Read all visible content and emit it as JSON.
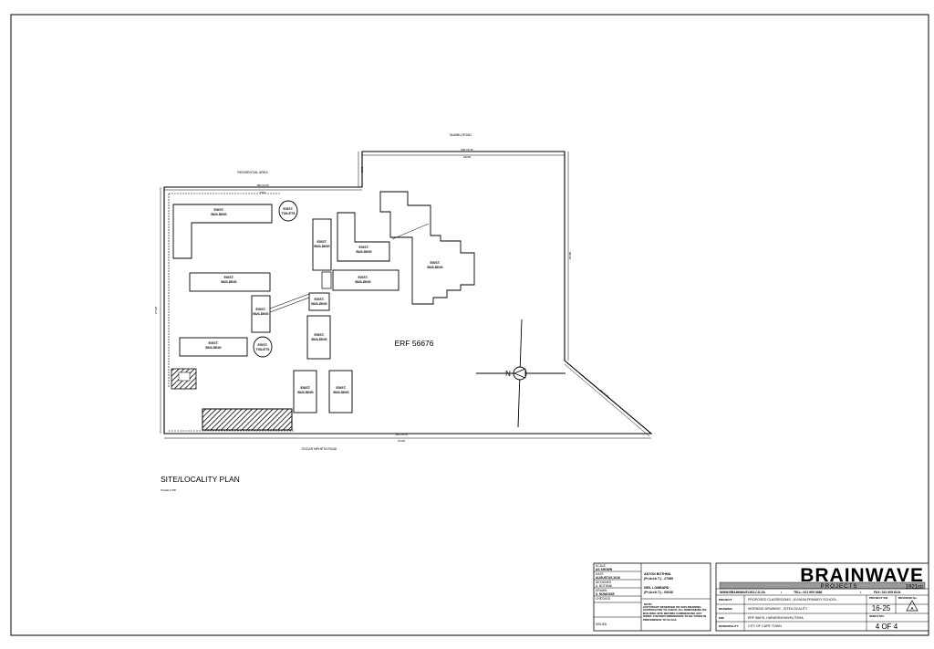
{
  "roads": {
    "north": "NUMBU ROAD",
    "south": "OSCAR MPHETA ROAD",
    "west": "RESIDENTIAL AREA"
  },
  "erf_label": "ERF 56676",
  "plan_title": "SITE/LOCALITY PLAN",
  "plan_scale": "SCALE 1:500",
  "building_label": "EXIST. BUILDING",
  "building_label_l1": "EXIST.",
  "building_label_l2": "BUILDING",
  "toilets_label": "EXIST. TOILETS",
  "toilets_l1": "EXIST.",
  "toilets_l2": "TOILETS",
  "north_label": "N",
  "title_block": {
    "scale_label": "SCALE",
    "scale_value": "AS SHOWN",
    "date_label": "DATE",
    "date_value": "AUGUSTUS 2016",
    "designed_label": "DESIGNED",
    "designed_value": "A. BOTHMA",
    "drawn_label": "DRAWN",
    "drawn_value": "S. NONKOSE",
    "checked_label": "CHECKED",
    "checked_value": "",
    "issued_label": "ISSUED",
    "issued_value": "",
    "person1_name": "ANTON BOTHMA",
    "person1_reg": "(Pr.Arch.T.) - 27080",
    "person2_name": "NEIL LOMBARD",
    "person2_reg": "(Pr.Arch.T.) - 00046",
    "note_label": "NOTE:",
    "note_text": "COPYRIGHT RESERVED ON THIS DRAWING. CONTRACTOR TO CHECK ALL DIMENSIONS ON BUILDING SITE BEFORE COMMENCING ANY WORK. FIGURED DIMENSIONS TO BE TAKEN IN PREFERENCE TO SCALE.",
    "company": "BRAINWAVE",
    "company_sub": "PROJECTS",
    "company_cc": "1921cc",
    "website": "WWW.BRAINWAVE1921.CO.ZA",
    "tel": "TELL: 021 905 3088",
    "fax": "FAX: 021 905 6124",
    "project_label": "PROJECT",
    "project_value": "PROPOSED CLASSROOMS - KUYASA PRIMARY SCHOOL",
    "drawing_label": "DRAWING",
    "drawing_value": "WORKING DRAWING - SITE/LOCALITY",
    "erf_label": "ERF",
    "erf_value": "ERF 56676, HARARE/KHAYELITSHA",
    "municipality_label": "MUNICIPALITY",
    "municipality_value": "CITY OF CAPE TOWN",
    "project_no_label": "PROJECT NO.",
    "project_no_value": "16-25",
    "revision_label": "REVISION No.",
    "revision_value": "A",
    "sheet_no_label": "SHEET NO.",
    "sheet_no_value": "4 OF 4"
  },
  "colors": {
    "line": "#000000",
    "paper": "#ffffff",
    "hatch": "#000000"
  }
}
